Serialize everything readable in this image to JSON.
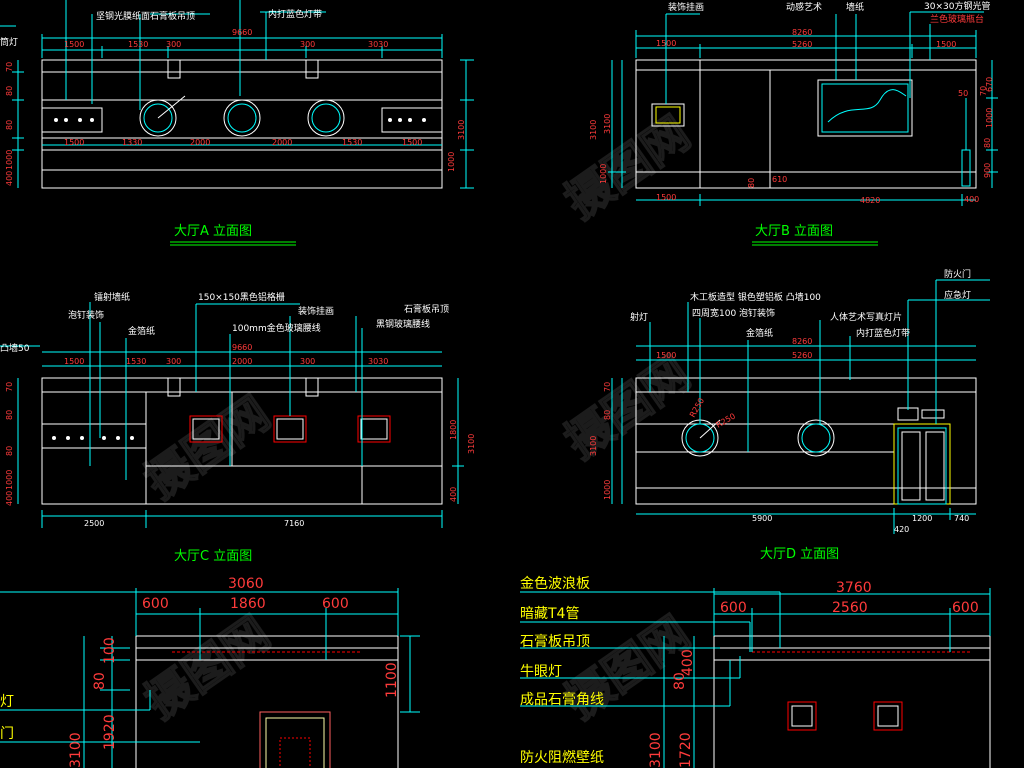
{
  "colors": {
    "background": "#000000",
    "outline": "#ffffff",
    "dim_line": "#00ffff",
    "dim_text": "#ffffff",
    "label_text": "#ffff00",
    "leader": "#00ffff",
    "red_text": "#ff3b3b",
    "title": "#00ff00",
    "accent_red": "#ff0000",
    "accent_yellow": "#ffff00"
  },
  "views": {
    "a": {
      "title": "大厅A 立面图",
      "labels": [
        "坚钢光膜纸面石膏板吊顶",
        "内打蓝色灯带",
        "筒灯"
      ],
      "top_dims": [
        "1500",
        "1530",
        "300",
        "9660",
        "300",
        "3030"
      ],
      "bottom_dims": [
        "1500",
        "1330",
        "2000",
        "2000",
        "1530",
        "1500"
      ],
      "left_dims": [
        "70",
        "80",
        "80",
        "1000",
        "400"
      ],
      "right_dims": [
        "3100",
        "1000"
      ]
    },
    "b": {
      "title": "大厅B 立面图",
      "labels": [
        "装饰挂画",
        "动感艺术",
        "墙纸",
        "30×30方钢光管",
        "兰色玻璃瓶台"
      ],
      "top_dims": [
        "1500",
        "8260",
        "5260",
        "1500"
      ],
      "bottom_dims": [
        "1500",
        "4820",
        "400"
      ],
      "left_dims": [
        "3100",
        "3100",
        "1000",
        "80"
      ],
      "right_dims": [
        "670",
        "70",
        "80",
        "1000",
        "900"
      ],
      "inner_dims": [
        "610",
        "50"
      ]
    },
    "c": {
      "title": "大厅C 立面图",
      "labels": [
        "镭射墙纸",
        "泡钉装饰",
        "金箔纸",
        "150×150黑色铝格栅",
        "装饰挂画",
        "100mm金色玻璃腰线",
        "石膏板吊顶",
        "黑钢玻璃腰线",
        "凸墙50"
      ],
      "top_dims": [
        "1500",
        "1530",
        "300",
        "9660",
        "2000",
        "300",
        "3030"
      ],
      "bottom_dims": [
        "2500",
        "7160"
      ],
      "left_dims": [
        "70",
        "80",
        "80",
        "1000",
        "400"
      ],
      "right_dims": [
        "1800",
        "3100",
        "400"
      ]
    },
    "d": {
      "title": "大厅D 立面图",
      "labels": [
        "木工板造型 银色塑铝板 凸墙100",
        "射灯",
        "四周宽100 泡钉装饰",
        "金箔纸",
        "人体艺术写真灯片",
        "内打蓝色灯带",
        "防火门",
        "应急灯"
      ],
      "top_dims": [
        "1500",
        "8260",
        "5260"
      ],
      "bottom_dims": [
        "5900",
        "1200",
        "740",
        "420"
      ],
      "left_dims": [
        "3100",
        "80",
        "70",
        "1000"
      ],
      "circle_dims": [
        "R250",
        "R250"
      ]
    },
    "e": {
      "top_dims": [
        "3060",
        "600",
        "1860",
        "600"
      ],
      "left_dims": [
        "3100",
        "1920",
        "100",
        "80"
      ],
      "right_dims": [
        "1100"
      ],
      "left_labels": [
        "灯",
        "门"
      ]
    },
    "f": {
      "top_dims": [
        "3760",
        "600",
        "2560",
        "600"
      ],
      "left_dims": [
        "3100",
        "1720",
        "400",
        "80"
      ],
      "labels": [
        "金色波浪板",
        "暗藏T4管",
        "石膏板吊顶",
        "牛眼灯",
        "成品石膏角线",
        "防火阻燃壁纸"
      ]
    }
  }
}
